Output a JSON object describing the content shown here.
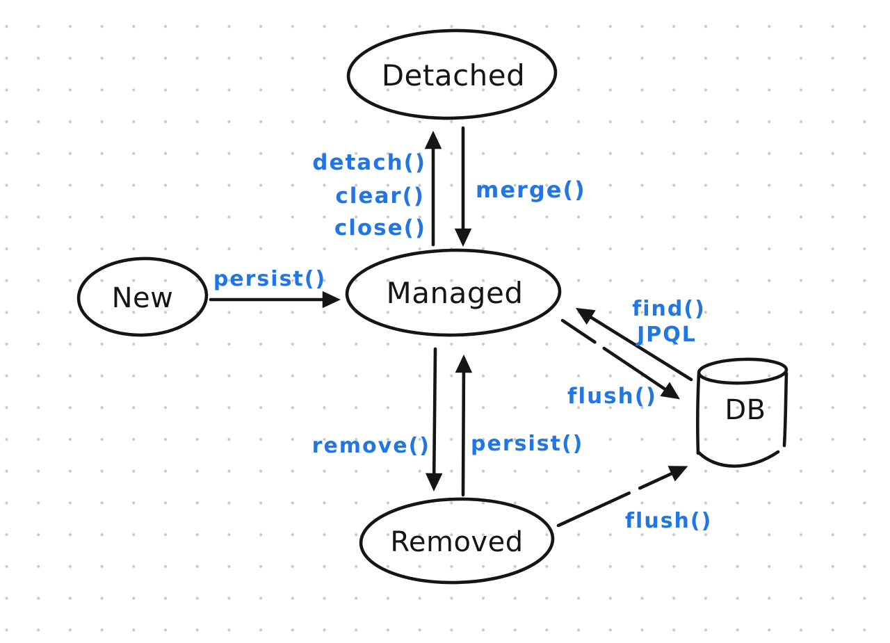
{
  "colors": {
    "background": "#ffffff",
    "grid_dot": "#c9c9c9",
    "ink": "#151515",
    "accent_blue": "#2276e3"
  },
  "nodes": {
    "detached": {
      "label": "Detached"
    },
    "new": {
      "label": "New"
    },
    "managed": {
      "label": "Managed"
    },
    "removed": {
      "label": "Removed"
    },
    "db": {
      "label": "DB"
    }
  },
  "edges": {
    "new_to_managed": {
      "label": "persist()"
    },
    "managed_to_detached": {
      "labels": [
        "detach()",
        "clear()",
        "close()"
      ]
    },
    "detached_to_managed": {
      "label": "merge()"
    },
    "managed_to_removed": {
      "label": "remove()"
    },
    "removed_to_managed": {
      "label": "persist()"
    },
    "db_to_managed": {
      "labels": [
        "find()",
        "JPQL"
      ]
    },
    "managed_to_db": {
      "label": "flush()"
    },
    "removed_to_db": {
      "label": "flush()"
    }
  }
}
